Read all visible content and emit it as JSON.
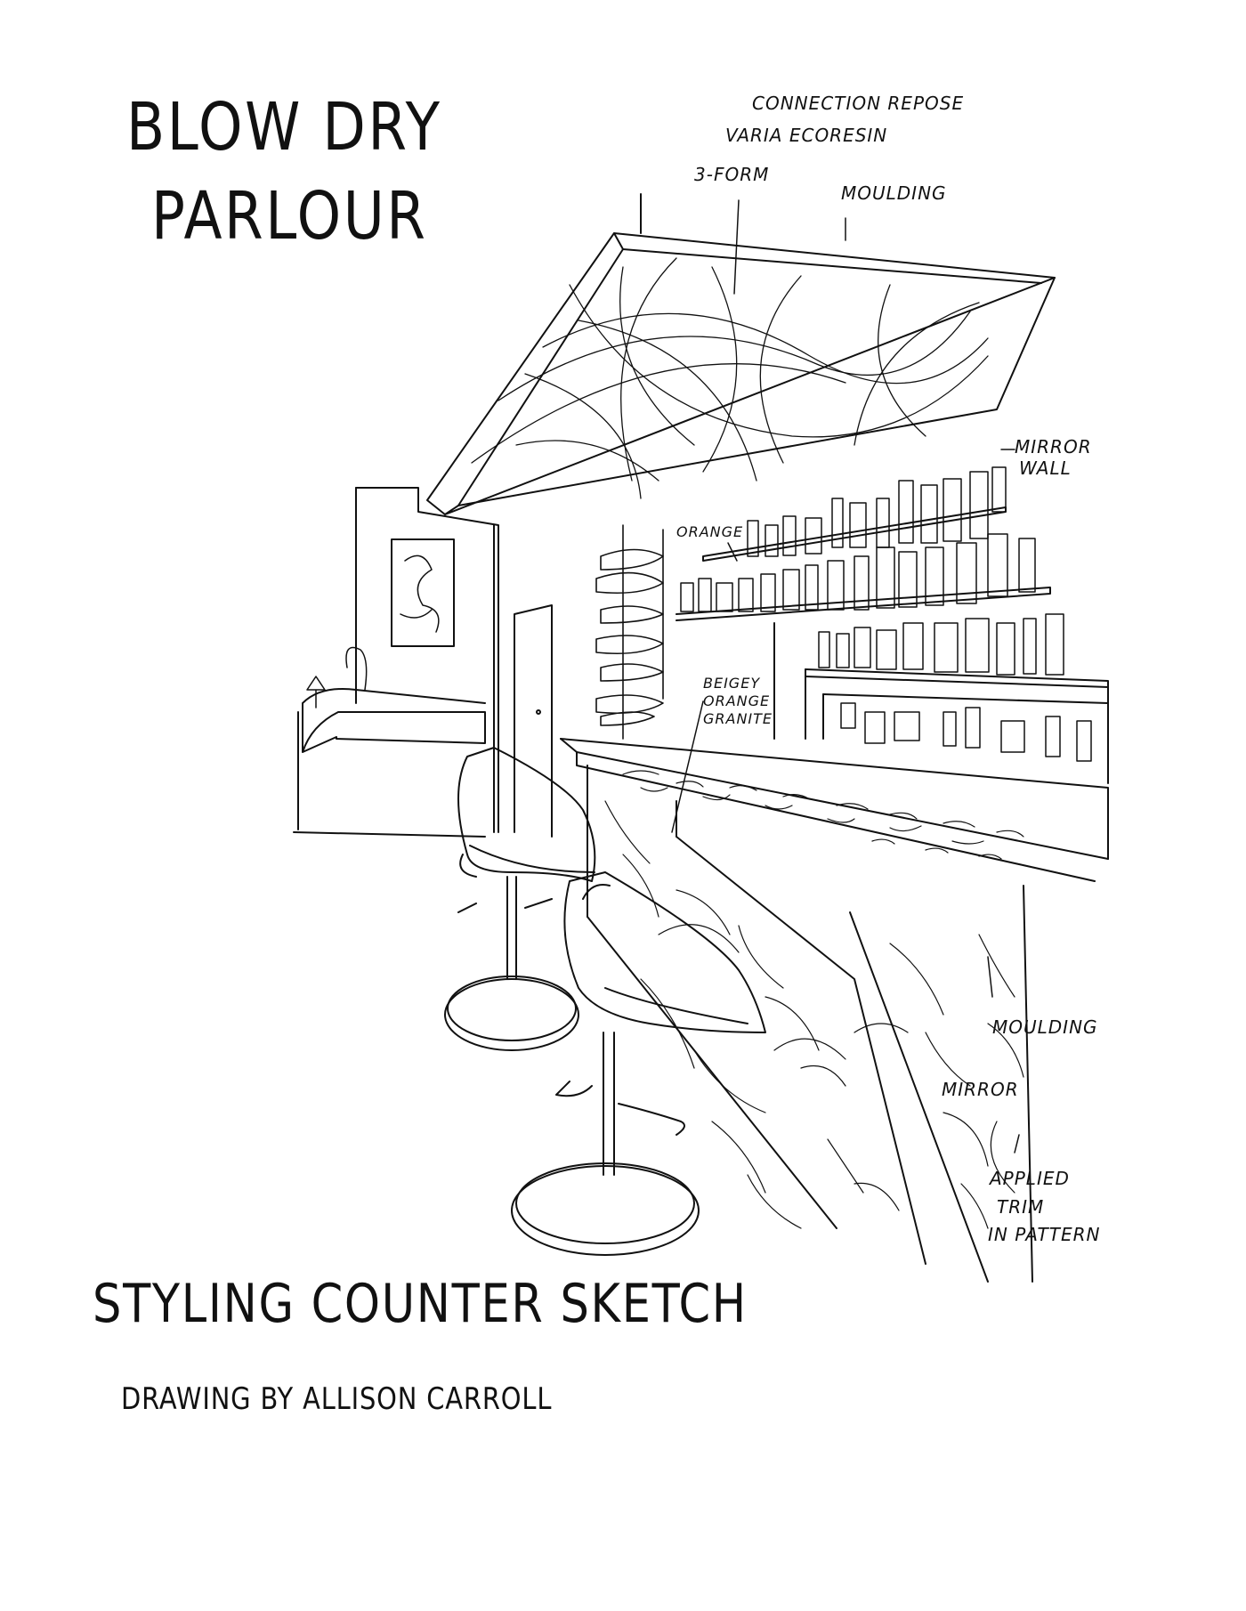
{
  "title_line_1": "BLOW DRY",
  "title_line_2": "PARLOUR",
  "subtitle": "STYLING COUNTER SKETCH",
  "credit": "DRAWING BY ALLISON CARROLL",
  "annotations": {
    "connection_repose": "CONNECTION REPOSE",
    "varia_ecoresin": "VARIA ECORESIN",
    "three_form": "3-FORM",
    "moulding_top": "MOULDING",
    "mirror_wall_1": "MIRROR",
    "mirror_wall_2": "WALL",
    "orange": "ORANGE",
    "granite_1": "BEIGEY",
    "granite_2": "ORANGE",
    "granite_3": "GRANITE",
    "moulding_bottom": "MOULDING",
    "mirror": "MIRROR",
    "applied_trim_1": "APPLIED",
    "applied_trim_2": "TRIM",
    "applied_trim_3": "IN PATTERN"
  }
}
